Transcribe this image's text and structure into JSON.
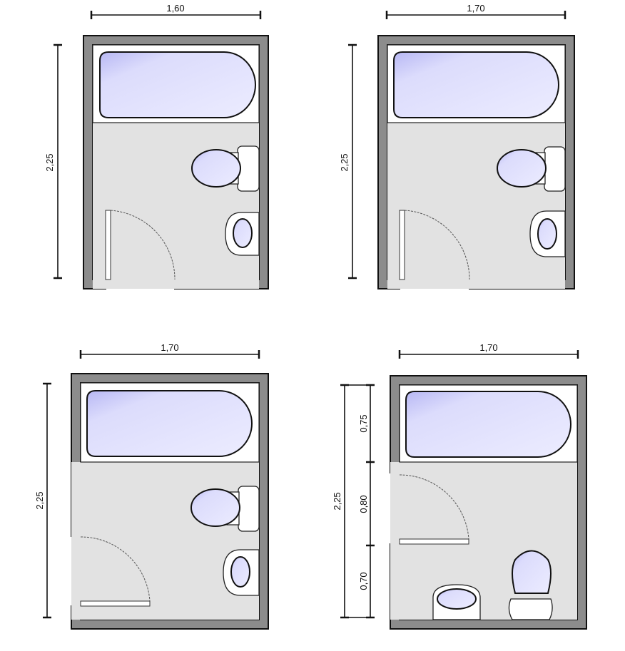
{
  "plans": [
    {
      "width": "1,60",
      "depth": "2,25"
    },
    {
      "width": "1,70",
      "depth": "2,25"
    },
    {
      "width": "1,70",
      "depth": "2,25"
    },
    {
      "width": "1,70",
      "depth": "2,25",
      "segments": [
        "0,75",
        "0,80",
        "0,70"
      ]
    }
  ],
  "colors": {
    "wall": "#8c8c8c",
    "floor": "#e2e2e2",
    "fixture": "#d8d8ff"
  }
}
